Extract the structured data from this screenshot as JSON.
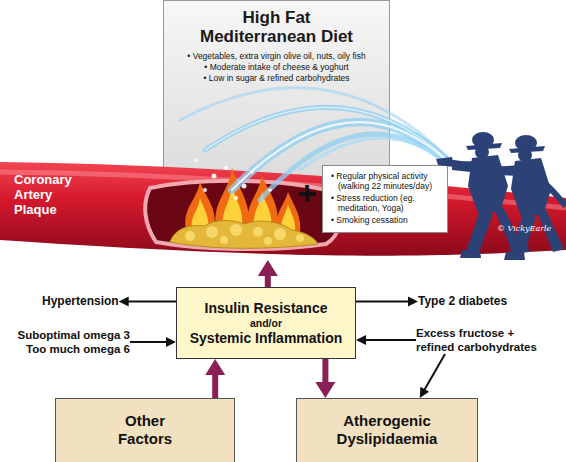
{
  "diagram": {
    "nodes": [
      {
        "text": [
          "High Fat Mediterranean Diet",
          "• Vegetables, extra virgin olive oil, nuts, oily fish",
          "• Moderate intake of cheese & yoghurt",
          "• Low in sugar & refined carbohydrates"
        ]
      },
      {
        "text": [
          "• Regular physical activity (walking 22 minutes/day)",
          "• Stress reduction (eg. meditation, Yoga)",
          "• Smoking cessation"
        ]
      },
      {
        "text": [
          "Coronary Artery Plaque"
        ]
      },
      {
        "text": [
          "Hypertension"
        ]
      },
      {
        "text": [
          "Insulin Resistance",
          "and/or",
          "Systemic Inflammation"
        ]
      },
      {
        "text": [
          "Type 2 diabetes"
        ]
      },
      {
        "text": [
          "Suboptimal omega 3 Too much omega 6"
        ]
      },
      {
        "text": [
          "Excess fructose + refined carbohydrates"
        ]
      },
      {
        "text": [
          "Other Factors"
        ]
      },
      {
        "text": [
          "Atherogenic Dyslipidaemia"
        ]
      }
    ],
    "edges": [
      {
        "from": 4,
        "to": 2,
        "arrow": "to"
      },
      {
        "from": 4,
        "to": 3,
        "arrow": "to"
      },
      {
        "from": 6,
        "to": 4,
        "arrow": "to"
      },
      {
        "from": 4,
        "to": 5,
        "arrow": "to"
      },
      {
        "from": 7,
        "to": 4,
        "arrow": "to"
      },
      {
        "from": 7,
        "to": 9,
        "arrow": "to"
      },
      {
        "from": 8,
        "to": 4,
        "arrow": "to"
      },
      {
        "from": 4,
        "to": 9,
        "arrow": "to"
      }
    ],
    "labels": [
      "+",
      "© VickyEarle"
    ]
  }
}
